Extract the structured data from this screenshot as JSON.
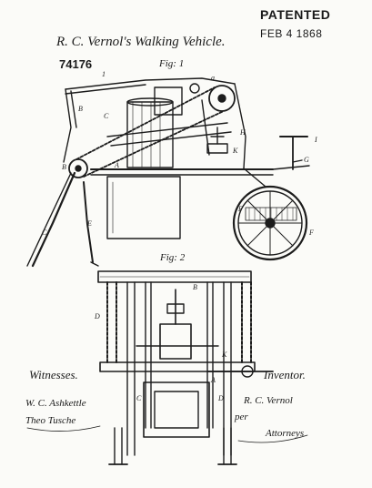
{
  "stamp": {
    "title": "PATENTED",
    "date": "FEB 4 1868"
  },
  "document": {
    "title": "R. C. Vernol's Walking Vehicle.",
    "patent_number": "74176",
    "fig1_label": "Fig: 1",
    "fig2_label": "Fig: 2"
  },
  "signatures": {
    "witnesses_heading": "Witnesses.",
    "inventor_heading": "Inventor.",
    "witness_1": "W. C. Ashkettle",
    "witness_2": "Theo Tusche",
    "inventor_name": "R. C. Vernol",
    "inventor_per": "per",
    "inventor_attorney": "Attorneys"
  },
  "figure_labels": {
    "l_top": "1",
    "l_ar": "a",
    "l_c1": "C",
    "l_b1": "B",
    "l_h": "H",
    "l_i": "I",
    "l_g": "G",
    "l_f1": "F",
    "l_f2": "F",
    "l_c2": "C",
    "l_e": "E",
    "l_bl": "B",
    "l_k": "K",
    "l_a": "A",
    "l_b2": "B",
    "l_d2": "D",
    "l_c3": "C",
    "l_d3": "D",
    "l_k2": "K",
    "l_a2": "A"
  }
}
